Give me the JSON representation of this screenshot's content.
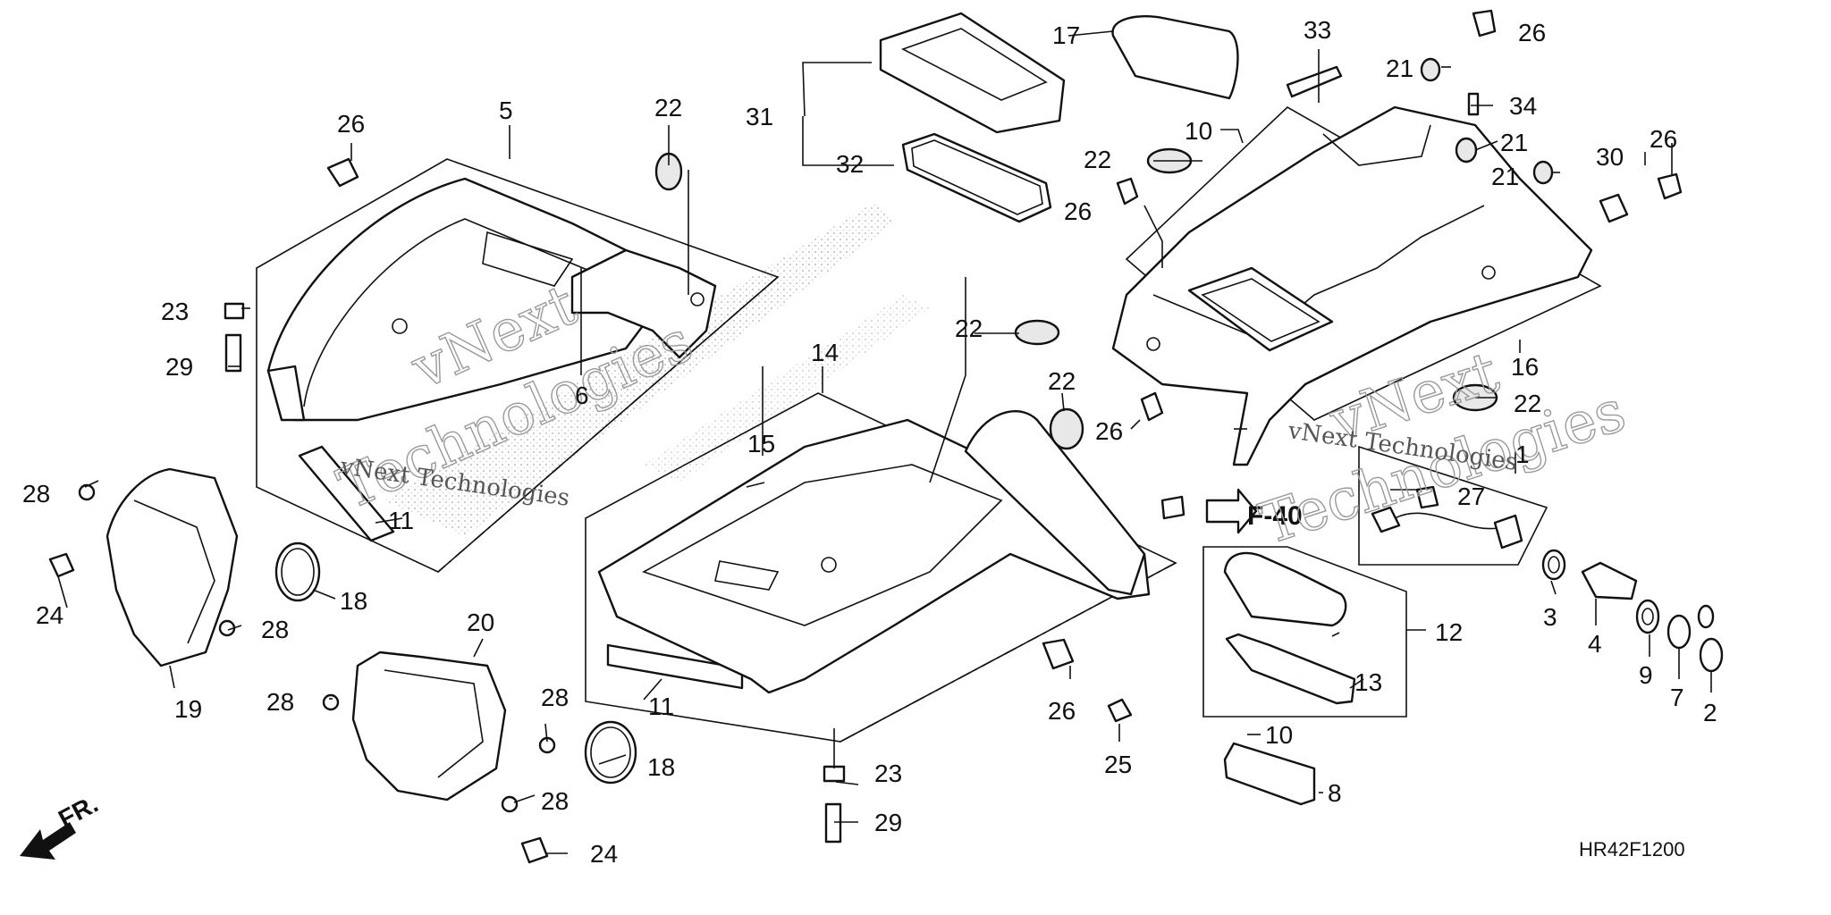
{
  "diagram": {
    "callouts": [
      {
        "id": "c1",
        "text": "1"
      },
      {
        "id": "c2",
        "text": "2"
      },
      {
        "id": "c3",
        "text": "3"
      },
      {
        "id": "c4",
        "text": "4"
      },
      {
        "id": "c5",
        "text": "5"
      },
      {
        "id": "c6",
        "text": "6"
      },
      {
        "id": "c7",
        "text": "7"
      },
      {
        "id": "c8",
        "text": "8"
      },
      {
        "id": "c9",
        "text": "9"
      },
      {
        "id": "c10a",
        "text": "10"
      },
      {
        "id": "c10b",
        "text": "10"
      },
      {
        "id": "c11a",
        "text": "11"
      },
      {
        "id": "c11b",
        "text": "11"
      },
      {
        "id": "c12",
        "text": "12"
      },
      {
        "id": "c13",
        "text": "13"
      },
      {
        "id": "c14",
        "text": "14"
      },
      {
        "id": "c15",
        "text": "15"
      },
      {
        "id": "c16",
        "text": "16"
      },
      {
        "id": "c17",
        "text": "17"
      },
      {
        "id": "c18a",
        "text": "18"
      },
      {
        "id": "c18b",
        "text": "18"
      },
      {
        "id": "c19",
        "text": "19"
      },
      {
        "id": "c20",
        "text": "20"
      },
      {
        "id": "c21a",
        "text": "21"
      },
      {
        "id": "c21b",
        "text": "21"
      },
      {
        "id": "c21c",
        "text": "21"
      },
      {
        "id": "c22a",
        "text": "22"
      },
      {
        "id": "c22b",
        "text": "22"
      },
      {
        "id": "c22c",
        "text": "22"
      },
      {
        "id": "c22d",
        "text": "22"
      },
      {
        "id": "c22e",
        "text": "22"
      },
      {
        "id": "c23a",
        "text": "23"
      },
      {
        "id": "c23b",
        "text": "23"
      },
      {
        "id": "c24a",
        "text": "24"
      },
      {
        "id": "c24b",
        "text": "24"
      },
      {
        "id": "c25",
        "text": "25"
      },
      {
        "id": "c26a",
        "text": "26"
      },
      {
        "id": "c26b",
        "text": "26"
      },
      {
        "id": "c26c",
        "text": "26"
      },
      {
        "id": "c26d",
        "text": "26"
      },
      {
        "id": "c26e",
        "text": "26"
      },
      {
        "id": "c26f",
        "text": "26"
      },
      {
        "id": "c27",
        "text": "27"
      },
      {
        "id": "c28a",
        "text": "28"
      },
      {
        "id": "c28b",
        "text": "28"
      },
      {
        "id": "c28c",
        "text": "28"
      },
      {
        "id": "c28d",
        "text": "28"
      },
      {
        "id": "c28e",
        "text": "28"
      },
      {
        "id": "c29a",
        "text": "29"
      },
      {
        "id": "c29b",
        "text": "29"
      },
      {
        "id": "c30",
        "text": "30"
      },
      {
        "id": "c31",
        "text": "31"
      },
      {
        "id": "c32",
        "text": "32"
      },
      {
        "id": "c33",
        "text": "33"
      },
      {
        "id": "c34",
        "text": "34"
      }
    ],
    "reference_code": "F-40",
    "direction_label": "FR.",
    "drawing_code": "HR42F1200",
    "watermark_line1": "vNext",
    "watermark_line2": "Technologies",
    "watermark_inline": "vNext Technologies"
  },
  "colors": {
    "line": "#111111",
    "watermark": "#9a9a9a",
    "shading": "#bdbdbd"
  }
}
